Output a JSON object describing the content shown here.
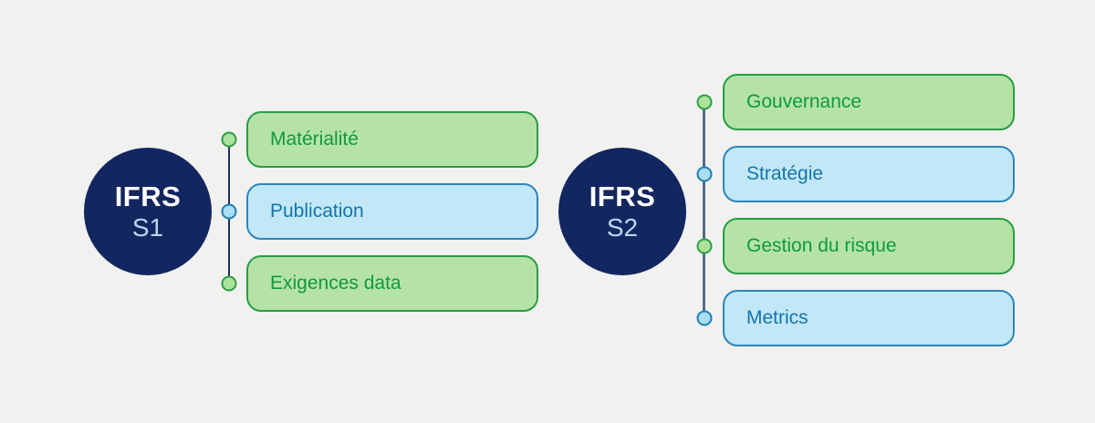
{
  "colors": {
    "background": "#f1f1f0",
    "circle_fill": "#12265f",
    "circle_title": "#ffffff",
    "circle_subtitle": "#b9d7f2",
    "green_fill": "#b5e3a6",
    "green_border": "#279d42",
    "green_text": "#0f9a3c",
    "blue_fill": "#c2e7f6",
    "blue_border": "#2d85bd",
    "blue_text": "#1375ac",
    "line_s1": "#1b2d5e",
    "line_s2": "#56688e",
    "dot_green_fill": "#ace29c",
    "dot_green_border": "#2f9e45",
    "dot_blue_fill": "#a9def4",
    "dot_blue_border": "#1d7fb5"
  },
  "groups": [
    {
      "id": "ifrs-s1",
      "circle": {
        "title": "IFRS",
        "subtitle": "S1"
      },
      "items": [
        {
          "label": "Matérialité",
          "color": "green"
        },
        {
          "label": "Publication",
          "color": "blue"
        },
        {
          "label": "Exigences data",
          "color": "green"
        }
      ]
    },
    {
      "id": "ifrs-s2",
      "circle": {
        "title": "IFRS",
        "subtitle": "S2"
      },
      "items": [
        {
          "label": "Gouvernance",
          "color": "green"
        },
        {
          "label": "Stratégie",
          "color": "blue"
        },
        {
          "label": "Gestion du risque",
          "color": "green"
        },
        {
          "label": "Metrics",
          "color": "blue"
        }
      ]
    }
  ]
}
